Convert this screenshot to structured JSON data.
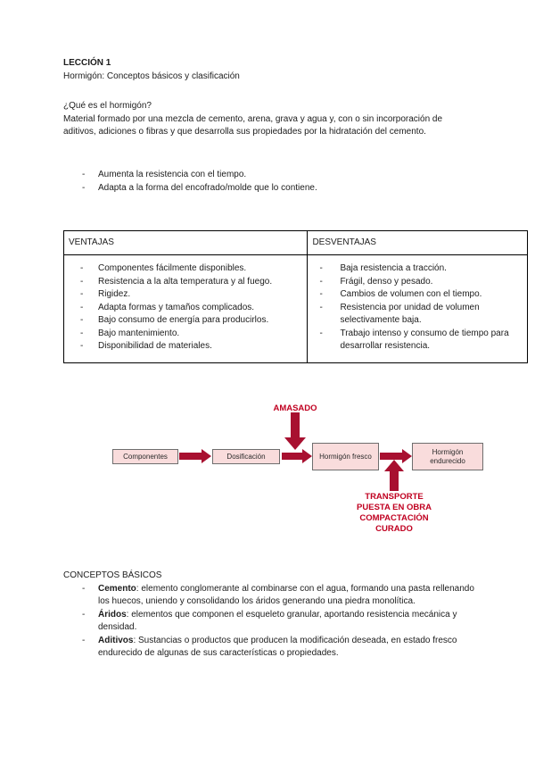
{
  "document": {
    "lesson_title": "LECCIÓN 1",
    "subtitle": "Hormigón: Conceptos básicos y clasificación",
    "question": "¿Qué es el hormigón?",
    "definition": "Material formado por una mezcla de cemento, arena, grava y agua y, con o sin incorporación de aditivos, adiciones o fibras y que desarrolla sus propiedades por la hidratación del cemento.",
    "properties": [
      "Aumenta la resistencia con el tiempo.",
      "Adapta a la forma del encofrado/molde que lo contiene."
    ]
  },
  "table": {
    "headers": [
      "VENTAJAS",
      "DESVENTAJAS"
    ],
    "ventajas": [
      "Componentes fácilmente disponibles.",
      "Resistencia a la alta temperatura y al fuego.",
      "Rigidez.",
      "Adapta formas y tamaños complicados.",
      "Bajo consumo de energía para producirlos.",
      "Bajo mantenimiento.",
      "Disponibilidad de materiales."
    ],
    "desventajas": [
      "Baja resistencia a tracción.",
      "Frágil, denso y pesado.",
      "Cambios de volumen con el tiempo.",
      "Resistencia por unidad de volumen selectivamente baja.",
      "Trabajo intenso y consumo de tiempo para desarrollar resistencia."
    ]
  },
  "diagram": {
    "boxes": [
      "Componentes",
      "Dosificación",
      "Hormigón fresco",
      "Hormigón endurecido"
    ],
    "amasado_label": "AMASADO",
    "process_labels": [
      "TRANSPORTE",
      "PUESTA EN OBRA",
      "COMPACTACIÓN",
      "CURADO"
    ],
    "colors": {
      "arrow": "#a81030",
      "label_red": "#c00020",
      "box_fill": "#f9dcdc",
      "box_border": "#6e6e6e"
    }
  },
  "concepts": {
    "heading": "CONCEPTOS BÁSICOS",
    "items": [
      {
        "term": "Cemento",
        "text": ": elemento conglomerante al combinarse con el agua, formando una pasta rellenando los huecos, uniendo y consolidando los áridos generando una piedra monolítica."
      },
      {
        "term": "Áridos",
        "text": ": elementos que componen el esqueleto granular, aportando resistencia mecánica y densidad."
      },
      {
        "term": "Aditivos",
        "text": ": Sustancias o productos que producen la modificación deseada, en estado fresco endurecido de algunas de sus características o propiedades."
      }
    ]
  }
}
